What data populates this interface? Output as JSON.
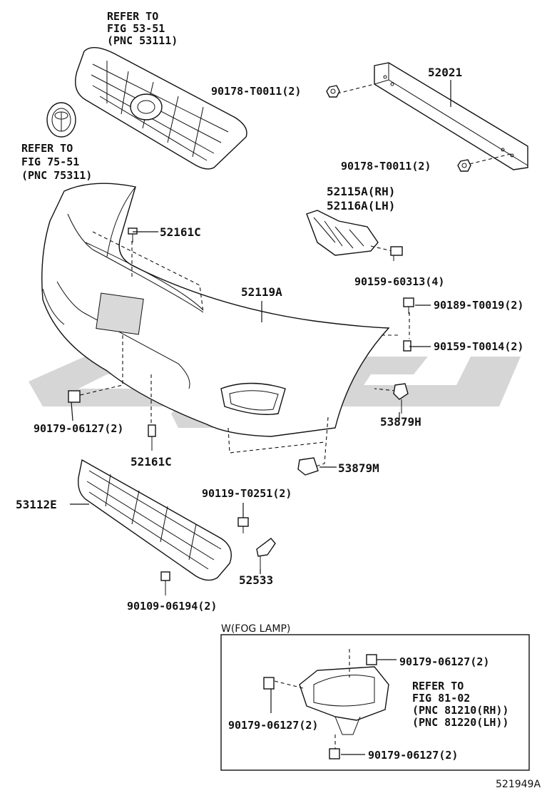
{
  "figure_number": "521949A",
  "fog_lamp_title": "W(FOG LAMP)",
  "refs": {
    "grille_ref": [
      "REFER TO",
      "FIG 53-51",
      "(PNC 53111)"
    ],
    "emblem_ref": [
      "REFER TO",
      "FIG 75-51",
      "(PNC 75311)"
    ],
    "fog_ref": [
      "REFER TO",
      "FIG 81-02",
      "(PNC 81210(RH))",
      "(PNC 81220(LH))"
    ]
  },
  "labels": {
    "p52021": "52021",
    "p90178_top": "90178-T0011(2)",
    "p90178_bottom": "90178-T0011(2)",
    "p52115A": "52115A(RH)",
    "p52116A": "52116A(LH)",
    "p52161C_top": "52161C",
    "p90159_60313": "90159-60313(4)",
    "p52119A": "52119A",
    "p90189": "90189-T0019(2)",
    "p90159_T0014": "90159-T0014(2)",
    "p90179_left": "90179-06127(2)",
    "p52161C_bottom": "52161C",
    "p53879H": "53879H",
    "p53879M": "53879M",
    "p53112E": "53112E",
    "p90119": "90119-T0251(2)",
    "p52533": "52533",
    "p90109": "90109-06194(2)",
    "fog_clip_top": "90179-06127(2)",
    "fog_clip_left": "90179-06127(2)",
    "fog_clip_bottom": "90179-06127(2)"
  }
}
